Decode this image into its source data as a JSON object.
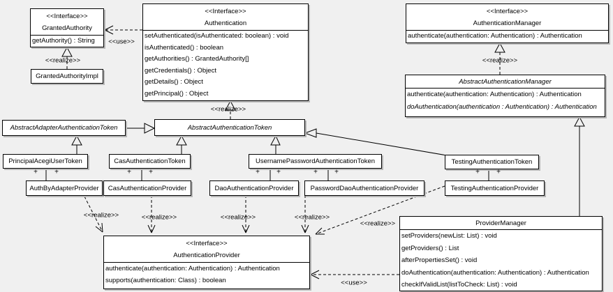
{
  "colors": {
    "background": "#f0f0f0",
    "box_fill": "#ffffff",
    "border": "#000000",
    "shadow": "#b8b8b8"
  },
  "labels": {
    "use": "<<use>>",
    "realize": "<<realize>>",
    "plus": "+",
    "interface_stereotype": "<<Interface>>"
  },
  "classes": {
    "granted_authority": {
      "stereotype": "<<Interface>>",
      "name": "GrantedAuthority",
      "methods": [
        "getAuthority() : String"
      ]
    },
    "granted_authority_impl": {
      "name": "GrantedAuthorityImpl"
    },
    "authentication": {
      "stereotype": "<<Interface>>",
      "name": "Authentication",
      "methods": [
        "setAuthenticated(isAuthenticated: boolean) : void",
        "isAuthenticated() : boolean",
        "getAuthorities() : GrantedAuthority[]",
        "getCredentials() : Object",
        "getDetails() : Object",
        "getPrincipal() : Object"
      ]
    },
    "authentication_manager": {
      "stereotype": "<<Interface>>",
      "name": "AuthenticationManager",
      "methods": [
        "authenticate(authentication: Authentication) : Authentication"
      ]
    },
    "abstract_authentication_manager": {
      "name": "AbstractAuthenticationManager",
      "methods": [
        "authenticate(authentication: Authentication) : Authentication",
        "doAuthentication(authentication : Authentication) : Authentication"
      ]
    },
    "abstract_adapter_authentication_token": {
      "name": "AbstractAdapterAuthenticationToken"
    },
    "abstract_authentication_token": {
      "name": "AbstractAuthenticationToken"
    },
    "principal_acegi_user_token": {
      "name": "PrincipalAcegiUserToken"
    },
    "cas_authentication_token": {
      "name": "CasAuthenticationToken"
    },
    "username_password_authentication_token": {
      "name": "UsernamePasswordAuthenticationToken"
    },
    "testing_authentication_token": {
      "name": "TestingAuthenticationToken"
    },
    "auth_by_adapter_provider": {
      "name": "AuthByAdapterProvider"
    },
    "cas_authentication_provider": {
      "name": "CasAuthenticationProvider"
    },
    "dao_authentication_provider": {
      "name": "DaoAuthenticationProvider"
    },
    "password_dao_authentication_provider": {
      "name": "PasswordDaoAuthenticationProvider"
    },
    "testing_authentication_provider": {
      "name": "TestingAuthenticationProvider"
    },
    "provider_manager": {
      "name": "ProviderManager",
      "methods": [
        "setProviders(newList: List) : void",
        "getProviders() : List",
        "afterPropertiesSet() : void",
        "doAuthentication(authentication: Authentication) : Authentication",
        "checkIfValidList(listToCheck: List) : void"
      ]
    },
    "authentication_provider": {
      "stereotype": "<<Interface>>",
      "name": "AuthenticationProvider",
      "methods": [
        "authenticate(authentication: Authentication) : Authentication",
        "supports(authentication: Class) : boolean"
      ]
    }
  }
}
